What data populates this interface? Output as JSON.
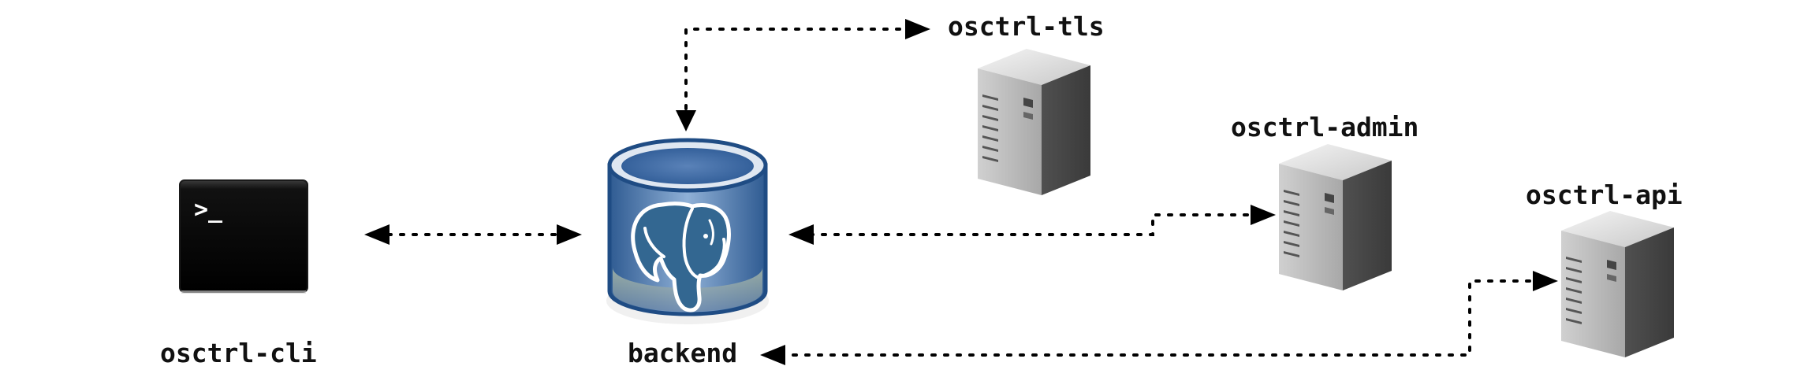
{
  "nodes": {
    "cli": {
      "label": "osctrl-cli",
      "icon": "terminal-icon",
      "prompt": ">_"
    },
    "backend": {
      "label": "backend",
      "icon": "postgresql-database-icon"
    },
    "tls": {
      "label": "osctrl-tls",
      "icon": "server-icon"
    },
    "admin": {
      "label": "osctrl-admin",
      "icon": "server-icon"
    },
    "api": {
      "label": "osctrl-api",
      "icon": "server-icon"
    }
  },
  "colors": {
    "text": "#111111",
    "connector": "#000000",
    "db_blue": "#3d6aa0",
    "db_dark": "#1f4c84",
    "server_gray": "#4a4a4a",
    "terminal_bg": "#0a0a0a"
  }
}
